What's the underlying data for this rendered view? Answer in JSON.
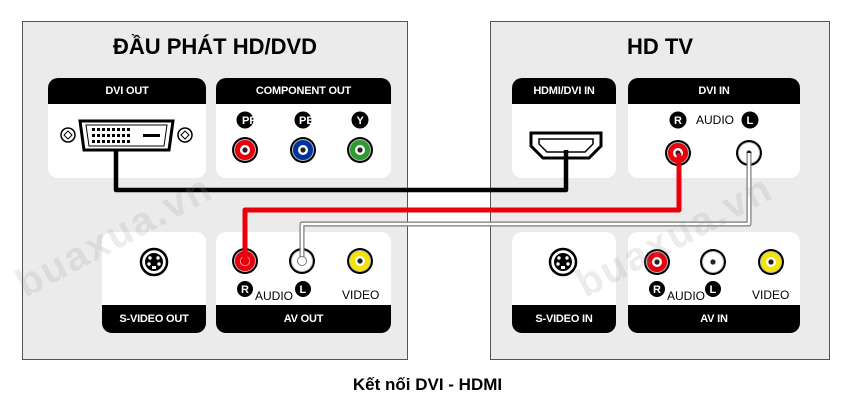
{
  "player": {
    "title": "ĐẦU PHÁT HD/DVD",
    "dvi_out": "DVI OUT",
    "component_out": "COMPONENT OUT",
    "component_labels": [
      "PR",
      "PB",
      "Y"
    ],
    "svideo_out": "S-VIDEO OUT",
    "av_out": "AV OUT",
    "audio_label": "AUDIO",
    "video_label": "VIDEO"
  },
  "tv": {
    "title": "HD TV",
    "hdmi_dvi_in": "HDMI/DVI IN",
    "dvi_in": "DVI IN",
    "audio_label": "AUDIO",
    "svideo_in": "S-VIDEO IN",
    "av_in": "AV IN",
    "av_audio_label": "AUDIO",
    "video_label": "VIDEO"
  },
  "badges": {
    "right": "R",
    "left": "L"
  },
  "caption": "Kết nối DVI - HDMI",
  "watermark": "buaxua.vn",
  "colors": {
    "red": "#e8000d",
    "white": "#ffffff",
    "yellow": "#f5e400",
    "blue": "#0033a0",
    "green": "#2e9b2e",
    "black": "#000000"
  }
}
